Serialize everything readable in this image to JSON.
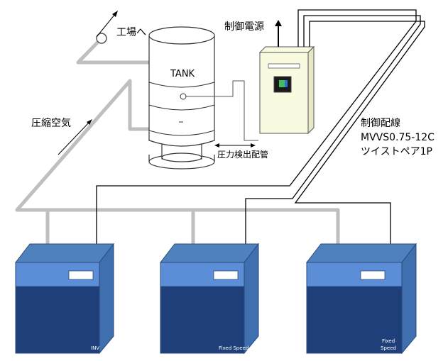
{
  "labels": {
    "to_factory": "工場へ",
    "tank": "TANK",
    "control_power": "制御電源",
    "compressed_air": "圧縮空気",
    "pressure_pipe": "圧力検出配管",
    "wiring_title": "制御配線",
    "wiring_cable": "MVVS0.75-12C",
    "wiring_pair": "ツイストペア1P"
  },
  "units": [
    {
      "label1": "INV",
      "label2": ""
    },
    {
      "label1": "Fixed Speed",
      "label2": ""
    },
    {
      "label1": "Fixed",
      "label2": "Speed"
    }
  ],
  "colors": {
    "pipe": "#bfbfbf",
    "unit_top": "#4f81bd",
    "unit_front_upper": "#5b8ed6",
    "unit_front_lower": "#1f3f7a",
    "unit_side": "#3f6fae",
    "panel_fill": "#fafae0"
  },
  "icons": {
    "display": "display-screen-icon",
    "valve": "valve-icon"
  }
}
